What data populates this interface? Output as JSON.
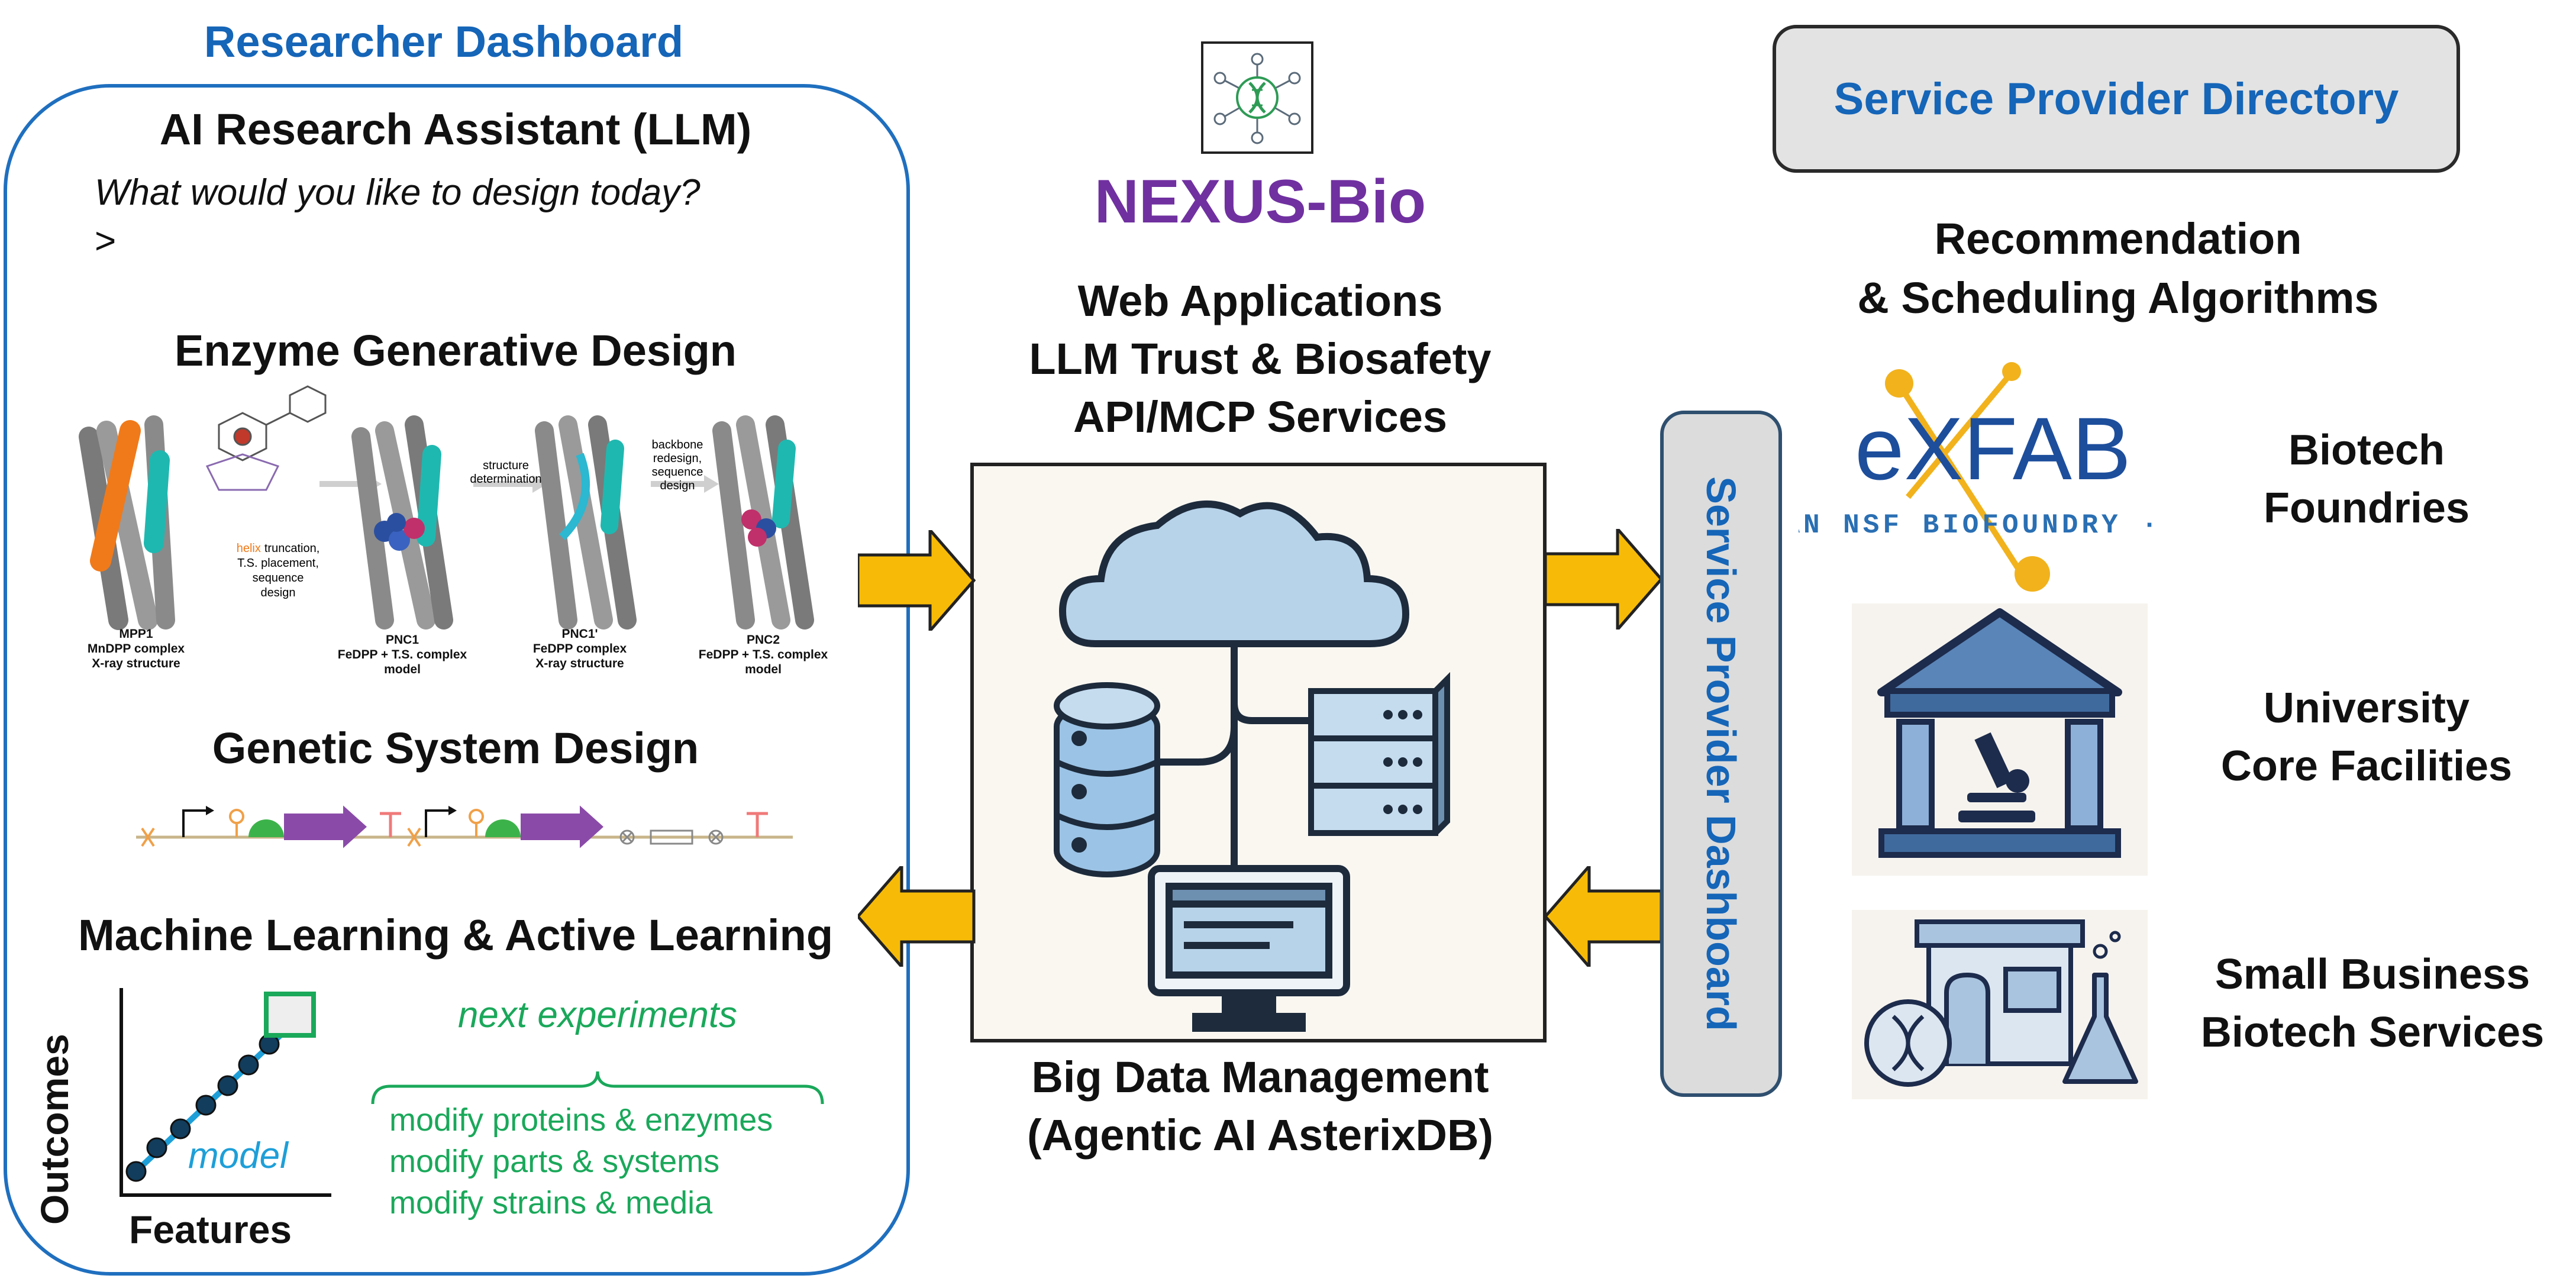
{
  "left": {
    "dashboard_title": "Researcher Dashboard",
    "llm_title": "AI Research Assistant (LLM)",
    "prompt_question": "What would you like to design today?",
    "prompt_caret": ">",
    "enzyme_title": "Enzyme Generative Design",
    "enzyme_steps": [
      {
        "caption_lines": [
          "MPP1",
          "MnDPP complex",
          "X-ray structure"
        ]
      },
      {
        "caption_lines": [
          "PNC1",
          "FeDPP + T.S. complex",
          "model"
        ]
      },
      {
        "caption_lines": [
          "PNC1'",
          "FeDPP complex",
          "X-ray structure"
        ]
      },
      {
        "caption_lines": [
          "PNC2",
          "FeDPP + T.S. complex",
          "model"
        ]
      }
    ],
    "enzyme_arrows": [
      {
        "highlight": "helix",
        "label_lines": [
          "truncation,",
          "T.S. placement,",
          "sequence",
          "design"
        ]
      },
      {
        "label_lines": [
          "structure",
          "determination"
        ]
      },
      {
        "label_lines": [
          "backbone",
          "redesign,",
          "sequence",
          "design"
        ]
      }
    ],
    "genetic_title": "Genetic System Design",
    "ml_title": "Machine Learning & Active Learning",
    "ml_ylabel": "Outcomes",
    "ml_xlabel": "Features",
    "ml_model_label": "model",
    "next_experiments_title": "next experiments",
    "next_experiments": [
      "modify proteins & enzymes",
      "modify parts & systems",
      "modify strains & media"
    ]
  },
  "center": {
    "brand": "NEXUS-Bio",
    "services": [
      "Web Applications",
      "LLM Trust & Biosafety",
      "API/MCP Services"
    ],
    "data_title": "Big Data Management",
    "data_subtitle": "(Agentic AI AsterixDB)"
  },
  "right": {
    "directory_title": "Service Provider Directory",
    "algorithms": [
      "Recommendation",
      "& Scheduling Algorithms"
    ],
    "dashboard_label": "Service Provider Dashboard",
    "exfab_logo_text": "eXFAB",
    "exfab_tagline": "· AN NSF BIOFOUNDRY ·",
    "providers": [
      {
        "lines": [
          "Biotech",
          "Foundries"
        ]
      },
      {
        "lines": [
          "University",
          "Core Facilities"
        ]
      },
      {
        "lines": [
          "Small Business",
          "Biotech Services"
        ]
      }
    ]
  },
  "colors": {
    "arrow_fill": "#f7bb07",
    "brand_purple": "#7030a0",
    "accent_blue": "#1565b8",
    "green": "#1aa85a",
    "cyan": "#1e9fd8"
  }
}
